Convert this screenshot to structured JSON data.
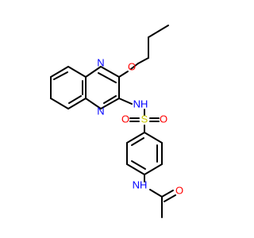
{
  "molecule": {
    "atoms": {
      "n_ring_top": "N",
      "n_ring_bottom": "N",
      "o_ether": "O",
      "nh_amine": "NH",
      "s_sulfonyl": "S",
      "o_sulfonyl_left": "O",
      "o_sulfonyl_right": "O",
      "nh_amide": "NH",
      "o_carbonyl": "O"
    },
    "colors": {
      "bond": "#000000",
      "nitrogen": "#0000ff",
      "oxygen": "#ff0000",
      "sulfur": "#cccc00"
    }
  }
}
